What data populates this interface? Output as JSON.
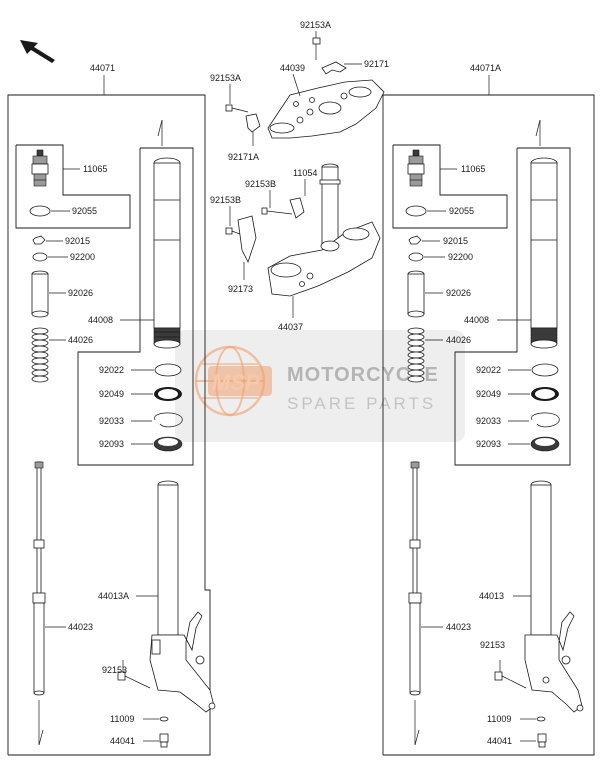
{
  "watermark": {
    "title": "MOTORCYCLE",
    "subtitle": "SPARE PARTS",
    "logo_text": "MSP",
    "logo_color": "#f0a070"
  },
  "direction_arrow": "front-arrow-icon",
  "left_fork": {
    "assembly": "44071",
    "parts": {
      "cap_bolt": "11065",
      "o_ring": "92055",
      "nut": "92015",
      "washer": "92200",
      "collar": "92026",
      "outer_tube": "44008",
      "spring": "44026",
      "bushing": "92022",
      "oil_seal": "92049",
      "circlip": "92033",
      "dust_seal": "92093",
      "inner_tube": "44013A",
      "cylinder": "44023",
      "bolt": "92153",
      "gasket": "11009",
      "drain_bolt": "44041"
    }
  },
  "right_fork": {
    "assembly": "44071A",
    "parts": {
      "cap_bolt": "11065",
      "o_ring": "92055",
      "nut": "92015",
      "washer": "92200",
      "collar": "92026",
      "outer_tube": "44008",
      "spring": "44026",
      "bushing": "92022",
      "oil_seal": "92049",
      "circlip": "92033",
      "dust_seal": "92093",
      "inner_tube": "44013",
      "cylinder": "44023",
      "bolt": "92153",
      "gasket": "11009",
      "drain_bolt": "44041"
    }
  },
  "center": {
    "upper_bolt": "92153A",
    "upper_clamp_bolt": "92171",
    "upper_bracket": "44039",
    "left_bolt": "92153A",
    "left_clamp": "92171A",
    "stem": "11054",
    "stem_bolt": "92153B",
    "clamp_bolt": "92153B",
    "clamp": "92173",
    "lower_bracket": "44037"
  }
}
